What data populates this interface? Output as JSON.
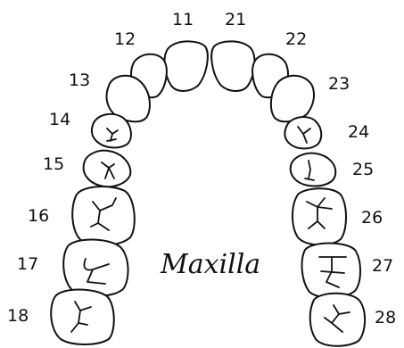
{
  "diagram": {
    "jaw_label": "Maxilla",
    "tooth_numbers": {
      "t11": "11",
      "t12": "12",
      "t13": "13",
      "t14": "14",
      "t15": "15",
      "t16": "16",
      "t17": "17",
      "t18": "18",
      "t21": "21",
      "t22": "22",
      "t23": "23",
      "t24": "24",
      "t25": "25",
      "t26": "26",
      "t27": "27",
      "t28": "28"
    }
  }
}
